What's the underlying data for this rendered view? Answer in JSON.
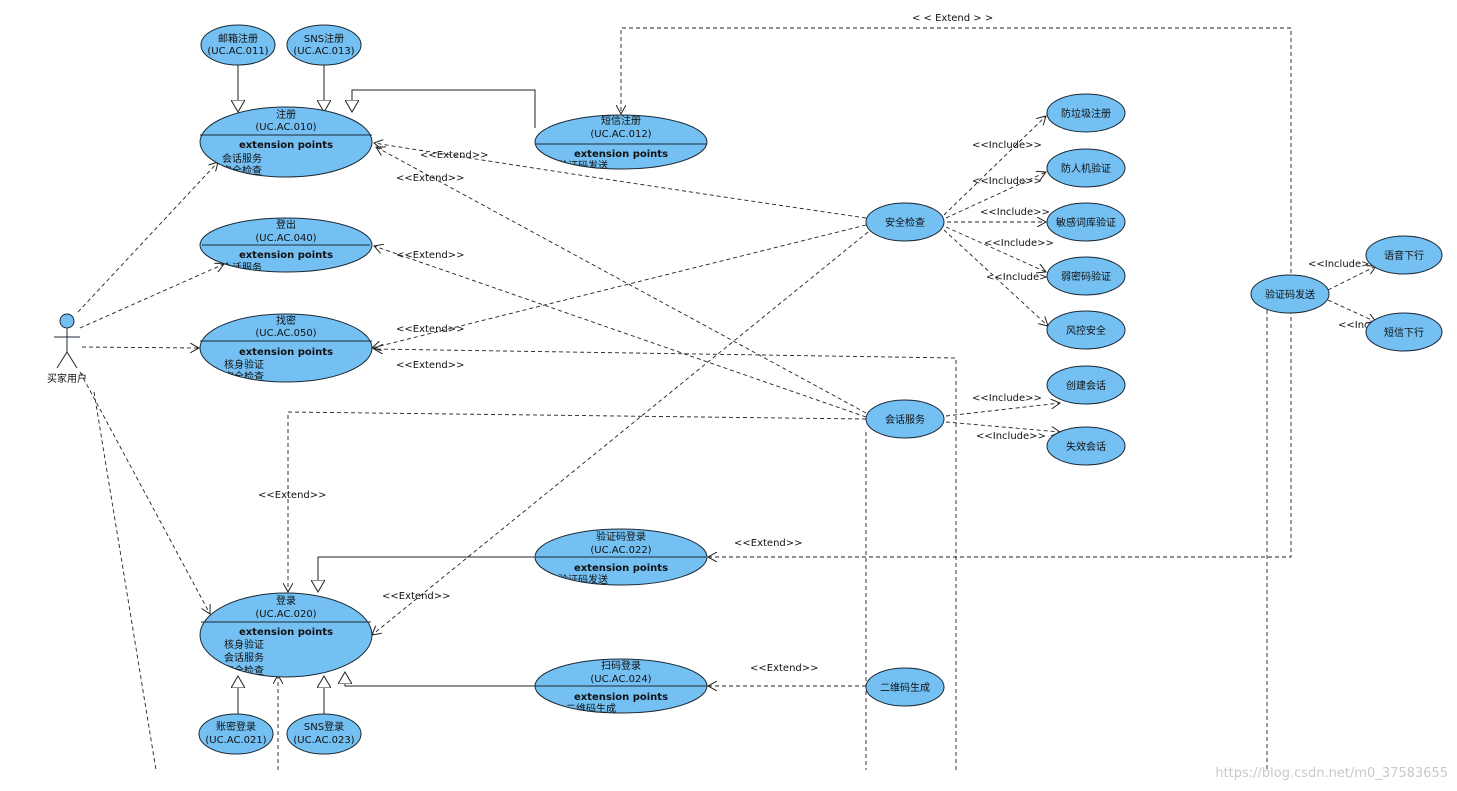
{
  "actor": {
    "name": "买家用户"
  },
  "extension_points_label": "extension points",
  "use_cases": {
    "register": {
      "name": "注册",
      "id": "(UC.AC.010)",
      "points": [
        "会话服务",
        "安全检查"
      ]
    },
    "logout": {
      "name": "登出",
      "id": "(UC.AC.040)",
      "points": [
        "会话服务"
      ]
    },
    "find_password": {
      "name": "找密",
      "id": "(UC.AC.050)",
      "points": [
        "核身验证",
        "安全检查"
      ]
    },
    "sms_register": {
      "name": "短信注册",
      "id": "(UC.AC.012)",
      "points": [
        "验证码发送"
      ]
    },
    "login": {
      "name": "登录",
      "id": "(UC.AC.020)",
      "points": [
        "核身验证",
        "会话服务",
        "安全检查"
      ]
    },
    "code_login": {
      "name": "验证码登录",
      "id": "(UC.AC.022)",
      "points": [
        "验证码发送"
      ]
    },
    "scan_login": {
      "name": "扫码登录",
      "id": "(UC.AC.024)",
      "points": [
        "二维码生成"
      ]
    },
    "email_register": {
      "name": "邮箱注册",
      "id": "(UC.AC.011)"
    },
    "sns_register": {
      "name": "SNS注册",
      "id": "(UC.AC.013)"
    },
    "password_login": {
      "name": "账密登录",
      "id": "(UC.AC.021)"
    },
    "sns_login": {
      "name": "SNS登录",
      "id": "(UC.AC.023)"
    },
    "security_check": {
      "name": "安全检查"
    },
    "session_service": {
      "name": "会话服务"
    },
    "qr_generate": {
      "name": "二维码生成"
    },
    "code_send": {
      "name": "验证码发送"
    },
    "anti_spam": {
      "name": "防垃圾注册"
    },
    "anti_bot": {
      "name": "防人机验证"
    },
    "sensitive_words": {
      "name": "敏感词库验证"
    },
    "weak_password": {
      "name": "弱密码验证"
    },
    "risk_control": {
      "name": "风控安全"
    },
    "create_session": {
      "name": "创建会话"
    },
    "expire_session": {
      "name": "失效会话"
    },
    "voice_send": {
      "name": "语音下行"
    },
    "sms_send": {
      "name": "短信下行"
    }
  },
  "relations": {
    "extend": "<<Extend>>",
    "include": "<<Include>>",
    "extend_spaced": "< < Extend > >"
  },
  "watermark": "https://blog.csdn.net/m0_37583655"
}
